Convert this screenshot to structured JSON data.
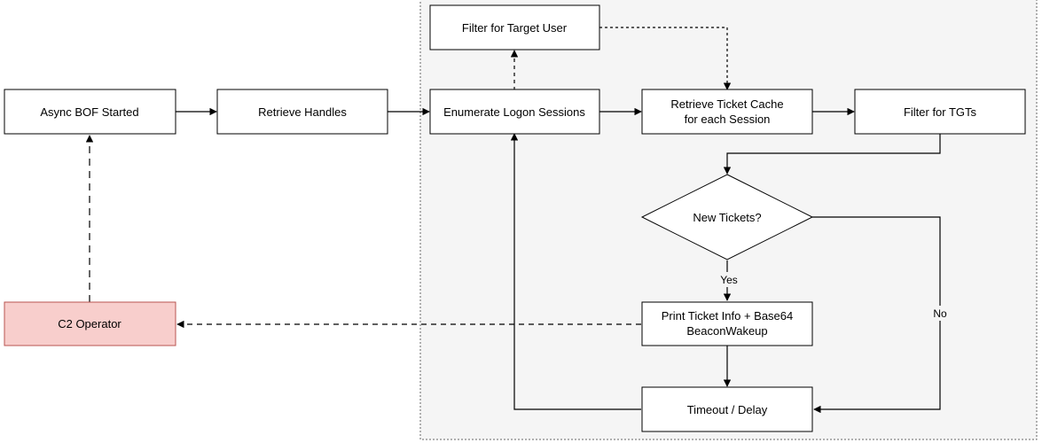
{
  "colors": {
    "line": "#000000",
    "box_fill": "#ffffff",
    "group_fill": "#f5f5f5",
    "group_border": "#666666",
    "operator_fill": "#f8cecc",
    "operator_border": "#b85450"
  },
  "nodes": {
    "async_bof_started": "Async BOF Started",
    "retrieve_handles": "Retrieve Handles",
    "enumerate_logon_sessions": "Enumerate Logon Sessions",
    "filter_target_user": "Filter for Target User",
    "retrieve_ticket_cache": [
      "Retrieve Ticket Cache",
      "for each Session"
    ],
    "filter_tgts": "Filter for TGTs",
    "new_tickets": "New Tickets?",
    "print_ticket_info": [
      "Print Ticket Info + Base64",
      "BeaconWakeup"
    ],
    "timeout_delay": "Timeout / Delay",
    "c2_operator": "C2 Operator"
  },
  "edge_labels": {
    "yes": "Yes",
    "no": "No"
  }
}
